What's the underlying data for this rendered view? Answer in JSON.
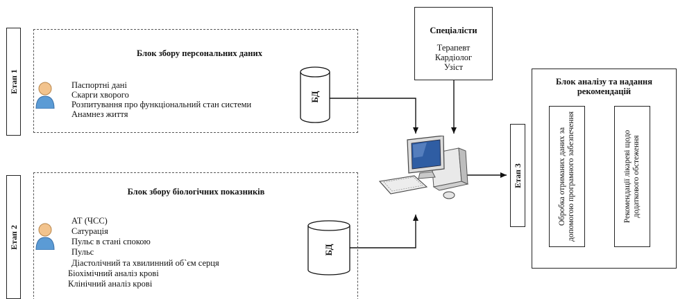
{
  "stage1": {
    "label": "Етап 1",
    "block_title": "Блок збору персональних даних",
    "items": [
      "Паспортні дані",
      "Скарги хворого",
      "Розпитування про функціональний стан системи",
      "Анамнез життя"
    ],
    "db_label": "БД"
  },
  "stage2": {
    "label": "Етап 2",
    "block_title": "Блок збору біологічних показників",
    "items": [
      "АТ (ЧСС)",
      "Сатурація",
      "Пульс в стані спокою",
      "Пульс",
      "Діастолічний та хвилинний об`єм серця",
      "Біохімічний аналіз крові",
      "Клінічний аналіз крові"
    ],
    "db_label": "БД"
  },
  "specialists": {
    "title": "Спеціалісти",
    "items": [
      "Терапевт",
      "Кардіолог",
      "Узіст"
    ]
  },
  "stage3": {
    "label": "Етап 3"
  },
  "analysis": {
    "title": "Блок аналізу та надання рекомендацій",
    "box1": "Обробка отриманих даних за допомогою програмного забезпечення",
    "box1_lines": [
      "Обробка отриманих даних за",
      "допомогою програмного забезпечення"
    ],
    "box2": "Рекомендації лікареві щодо додаткового обстеження",
    "box2_lines": [
      "Рекомендації лікареві щодо",
      "додаткового обстеження"
    ]
  }
}
